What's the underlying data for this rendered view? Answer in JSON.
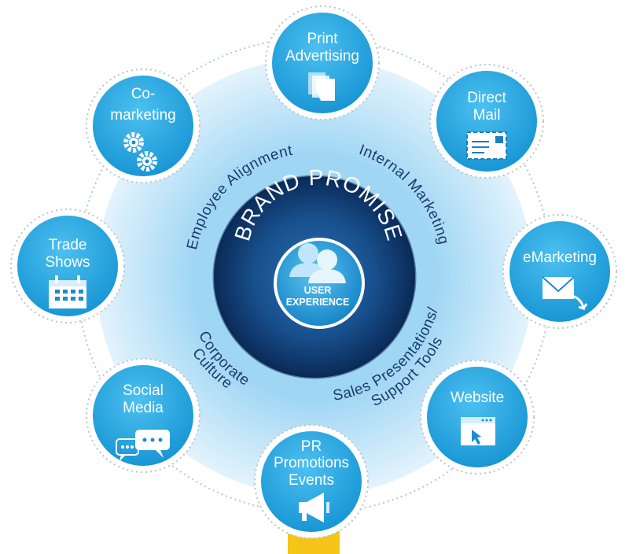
{
  "center": {
    "title": "BRAND PROMISE",
    "core_line1": "USER",
    "core_line2": "EXPERIENCE",
    "core_icon": "users-icon"
  },
  "inner_ring_labels": {
    "employee_alignment": "Employee Alignment",
    "internal_marketing": "Internal Marketing",
    "sales_line1": "Sales Presentations/",
    "sales_line2": "Support Tools",
    "corporate_line1": "Corporate",
    "corporate_line2": "Culture"
  },
  "satellites": [
    {
      "id": "print",
      "lines": [
        "Print",
        "Advertising"
      ],
      "icon": "document-stack-icon"
    },
    {
      "id": "direct-mail",
      "lines": [
        "Direct",
        "Mail"
      ],
      "icon": "envelope-postcard-icon"
    },
    {
      "id": "emarketing",
      "lines": [
        "eMarketing"
      ],
      "icon": "email-arrow-icon"
    },
    {
      "id": "website",
      "lines": [
        "Website"
      ],
      "icon": "browser-window-icon"
    },
    {
      "id": "pr",
      "lines": [
        "PR",
        "Promotions",
        "Events"
      ],
      "icon": "megaphone-icon"
    },
    {
      "id": "social",
      "lines": [
        "Social",
        "Media"
      ],
      "icon": "chat-bubbles-icon"
    },
    {
      "id": "trade",
      "lines": [
        "Trade",
        "Shows"
      ],
      "icon": "calendar-icon"
    },
    {
      "id": "comarketing",
      "lines": [
        "Co-",
        "marketing"
      ],
      "icon": "gears-icon"
    }
  ],
  "colors": {
    "satellite_fill": "#29a8e2",
    "ring_light": "#d6eefb",
    "center_dark": "#0b2d5c",
    "center_mid": "#1f5e9c",
    "accent_bar": "#f5c518"
  }
}
